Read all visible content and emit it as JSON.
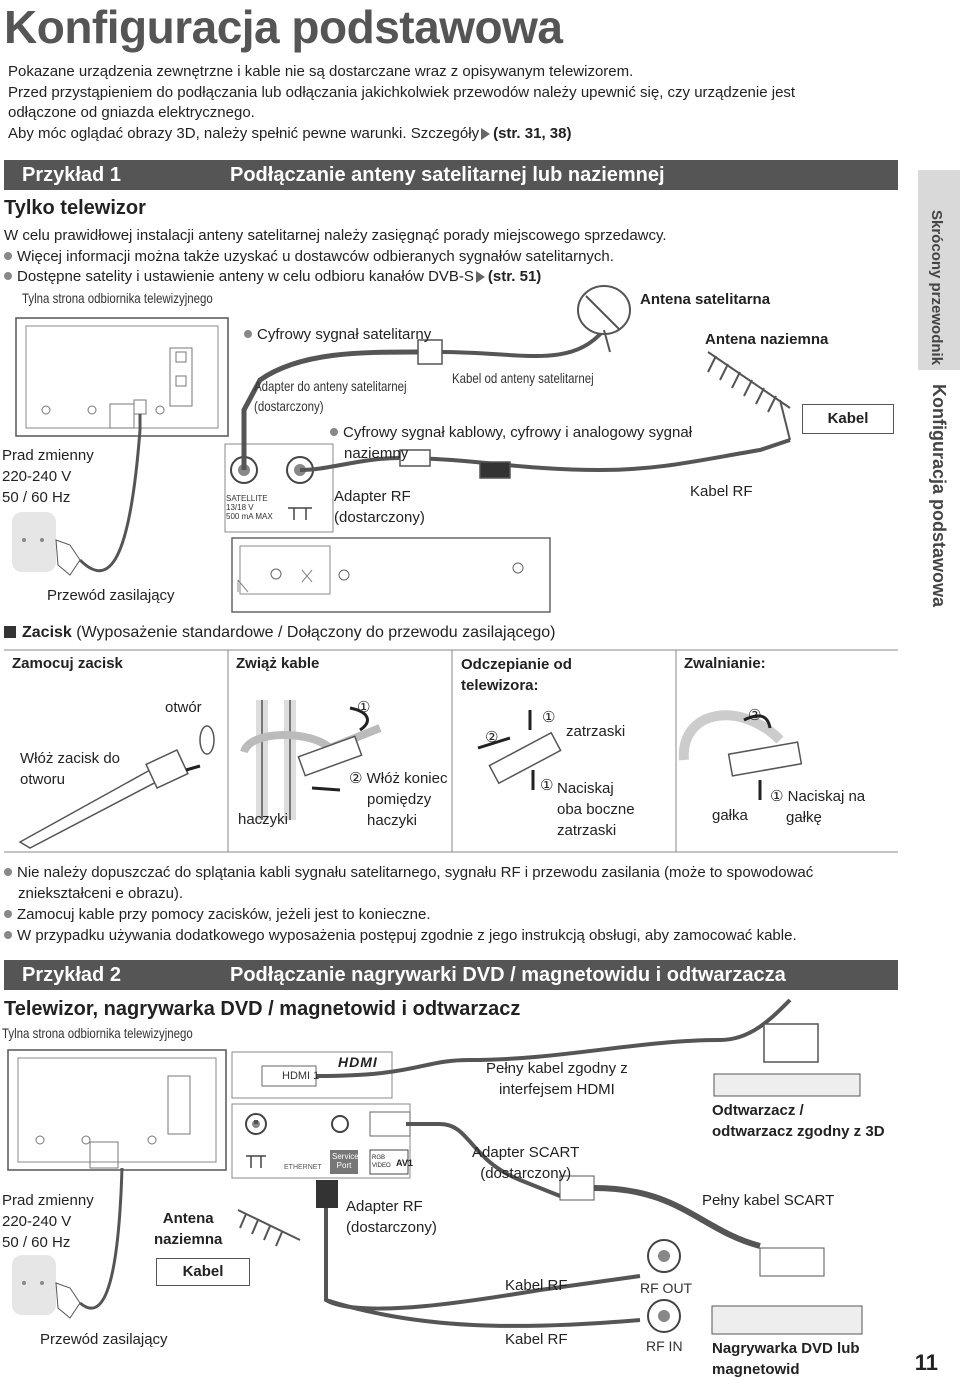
{
  "page_title": "Konfiguracja podstawowa",
  "intro": {
    "line1": "Pokazane urządzenia zewnętrzne i kable nie są dostarczane wraz z opisywanym telewizorem.",
    "line2": "Przed przystąpieniem do podłączania lub odłączania jakichkolwiek przewodów należy upewnić się, czy urządzenie jest",
    "line3": "odłączone od gniazda elektrycznego.",
    "line4": "Aby móc oglądać obrazy 3D, należy spełnić pewne warunki. Szczegóły",
    "line4_ref": "(str. 31, 38)"
  },
  "example1": {
    "number": "Przykład 1",
    "title": "Podłączanie anteny satelitarnej lub naziemnej",
    "subtitle": "Tylko telewizor",
    "text1": "W celu prawidłowej instalacji anteny satelitarnej należy zasięgnąć porady miejscowego sprzedawcy.",
    "bullet1": "Więcej informacji można także uzyskać u dostawców odbieranych sygnałów satelitarnych.",
    "bullet2": "Dostępne satelity i ustawienie anteny w celu odbioru kanałów DVB-S",
    "bullet2_ref": "(str. 51)",
    "diagram": {
      "tv_back": "Tylna strona odbiornika telewizyjnego",
      "power_1": "Prad zmienny",
      "power_2": "220-240 V",
      "power_3": "50 / 60 Hz",
      "power_cord": "Przewód zasilający",
      "sat_signal": "Cyfrowy sygnał satelitarny",
      "sat_adapter_1": "Adapter do anteny satelitarnej",
      "sat_adapter_2": "(dostarczony)",
      "sat_cable": "Kabel od anteny satelitarnej",
      "sat_dish": "Antena satelitarna",
      "terr_antenna": "Antena naziemna",
      "cable_box": "Kabel",
      "rf_signal_1": "Cyfrowy sygnał kablowy, cyfrowy i analogowy sygnał",
      "rf_signal_2": "naziemny",
      "rf_adapter_1": "Adapter RF",
      "rf_adapter_2": "(dostarczony)",
      "rf_cable": "Kabel RF",
      "satellite_port": "SATELLITE",
      "satellite_spec_1": "13/18 V",
      "satellite_spec_2": "500 mA MAX"
    }
  },
  "clamp": {
    "title": "Zacisk",
    "title_note": "(Wyposażenie standardowe / Dołączony do przewodu zasilającego)",
    "steps": [
      {
        "heading": "Zamocuj zacisk",
        "labels": [
          "otwór",
          "Włóż zacisk do",
          "otworu"
        ]
      },
      {
        "heading": "Zwiąż kable",
        "labels": [
          "①",
          "② Włóż koniec",
          "pomiędzy",
          "haczyki",
          "haczyki"
        ]
      },
      {
        "heading_1": "Odczepianie od",
        "heading_2": "telewizora:",
        "labels": [
          "①",
          "zatrzaski",
          "②",
          "①",
          "Naciskaj",
          "oba boczne",
          "zatrzaski"
        ]
      },
      {
        "heading": "Zwalnianie:",
        "labels": [
          "②",
          "① Naciskaj na",
          "gałkę",
          "gałka"
        ]
      }
    ]
  },
  "notes": {
    "n1a": "Nie należy dopuszczać do splątania kabli sygnału satelitarnego, sygnału RF i przewodu zasilania (może to spowodować",
    "n1b": "zniekształceni e obrazu).",
    "n2": "Zamocuj kable przy pomocy zacisków, jeżeli jest to konieczne.",
    "n3": "W przypadku używania dodatkowego wyposażenia postępuj zgodnie z jego instrukcją obsługi, aby zamocować kable."
  },
  "example2": {
    "number": "Przykład 2",
    "title": "Podłączanie nagrywarki DVD / magnetowidu i odtwarzacza",
    "subtitle": "Telewizor, nagrywarka DVD / magnetowid i odtwarzacz",
    "diagram": {
      "tv_back": "Tylna strona odbiornika telewizyjnego",
      "hdmi_port": "HDMI 1",
      "hdmi_logo": "HDMI",
      "hdmi_cable_1": "Pełny kabel zgodny z",
      "hdmi_cable_2": "interfejsem HDMI",
      "player_1": "Odtwarzacz /",
      "player_2": "odtwarzacz zgodny z 3D",
      "scart_adapter_1": "Adapter SCART",
      "scart_adapter_2": "(dostarczony)",
      "scart_cable": "Pełny kabel SCART",
      "rf_adapter_1": "Adapter RF",
      "rf_adapter_2": "(dostarczony)",
      "power_1": "Prad zmienny",
      "power_2": "220-240 V",
      "power_3": "50 / 60 Hz",
      "power_cord": "Przewód zasilający",
      "terr_antenna_1": "Antena",
      "terr_antenna_2": "naziemna",
      "cable_box": "Kabel",
      "rf_cable_1": "Kabel RF",
      "rf_cable_2": "Kabel RF",
      "rf_out": "RF OUT",
      "rf_in": "RF IN",
      "recorder_1": "Nagrywarka DVD lub",
      "recorder_2": "magnetowid",
      "ethernet": "ETHERNET",
      "service_port_1": "Service",
      "service_port_2": "Port",
      "av1": "AV1",
      "rgb": "RGB",
      "video": "VIDEO"
    }
  },
  "side_tab": {
    "label_top": "Skrócony przewodnik",
    "label_bottom": "Konfiguracja podstawowa"
  },
  "page_number": "11",
  "colors": {
    "band": "#555555",
    "tab": "#d9d9d9",
    "text": "#222222"
  }
}
